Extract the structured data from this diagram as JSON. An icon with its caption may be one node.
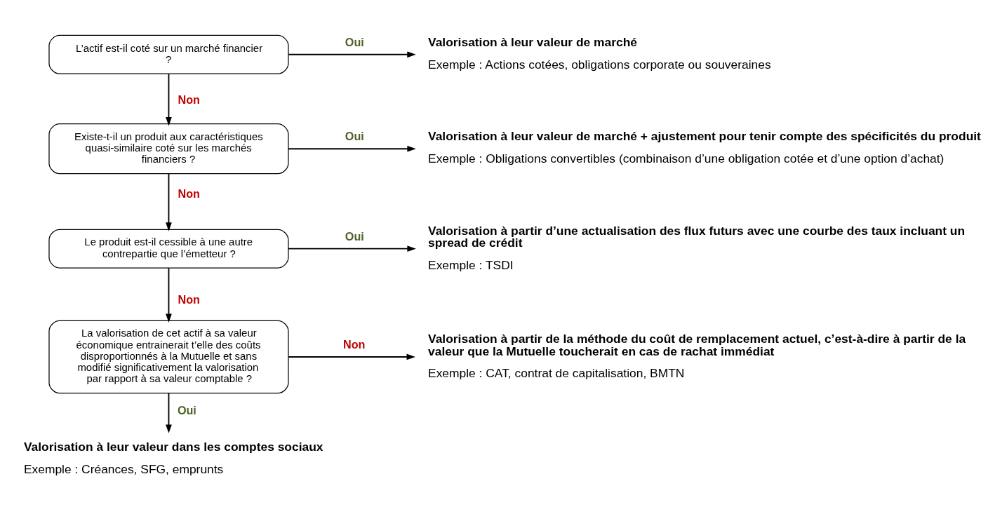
{
  "diagram": {
    "nodes": [
      {
        "text": [
          "L’actif est-il coté sur un marché financier ?"
        ]
      },
      {
        "text": [
          "Valorisation à leur valeur de marché",
          "Exemple : Actions cotées, obligations corporate ou souveraines"
        ]
      },
      {
        "text": [
          "Existe-t-il un produit aux caractéristiques quasi-similaire coté sur les marchés financiers ?"
        ]
      },
      {
        "text": [
          "Valorisation à leur valeur de marché + ajustement pour tenir compte des spécificités du produit",
          "Exemple : Obligations convertibles (combinaison d’une obligation cotée et d’une option d’achat)"
        ]
      },
      {
        "text": [
          "Le produit est-il cessible à une autre contrepartie que l’émetteur ?"
        ]
      },
      {
        "text": [
          "Valorisation à partir d’une actualisation des flux futurs avec une courbe des taux incluant un spread de crédit",
          "Exemple : TSDI"
        ]
      },
      {
        "text": [
          "La valorisation de cet actif à sa valeur économique entrainerait t’elle des coûts disproportionnés à la Mutuelle et sans modifié significativement la valorisation par rapport à sa valeur comptable ?"
        ]
      },
      {
        "text": [
          "Valorisation à partir de la méthode du coût de remplacement actuel, c’est-à-dire à partir de la valeur que la Mutuelle toucherait en cas de rachat immédiat",
          "Exemple : CAT, contrat de capitalisation, BMTN"
        ]
      },
      {
        "text": [
          "Valorisation à leur valeur dans les comptes sociaux",
          "Exemple : Créances, SFG, emprunts"
        ]
      }
    ],
    "edges": [
      {
        "from": 0,
        "to": 1,
        "arrow": "to",
        "label": "Oui"
      },
      {
        "from": 0,
        "to": 2,
        "arrow": "to",
        "label": "Non"
      },
      {
        "from": 2,
        "to": 3,
        "arrow": "to",
        "label": "Oui"
      },
      {
        "from": 2,
        "to": 4,
        "arrow": "to",
        "label": "Non"
      },
      {
        "from": 4,
        "to": 5,
        "arrow": "to",
        "label": "Oui"
      },
      {
        "from": 4,
        "to": 6,
        "arrow": "to",
        "label": "Non"
      },
      {
        "from": 6,
        "to": 7,
        "arrow": "to",
        "label": "Non"
      },
      {
        "from": 6,
        "to": 8,
        "arrow": "to",
        "label": "Oui"
      }
    ]
  }
}
